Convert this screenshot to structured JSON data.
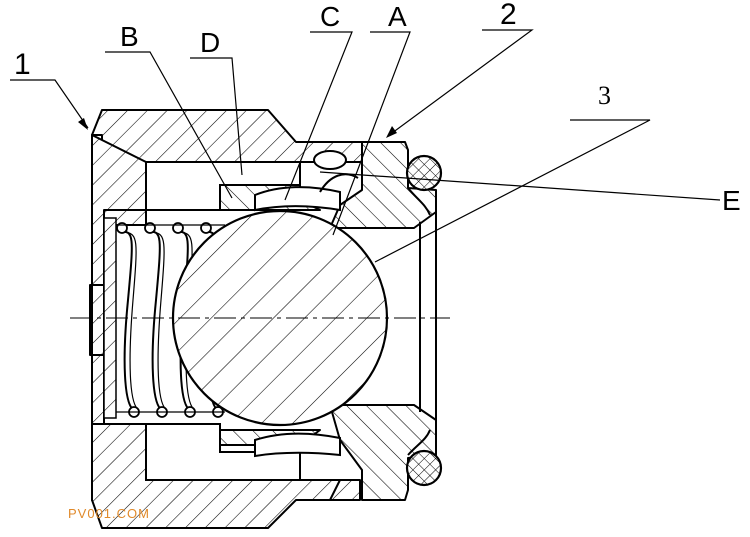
{
  "labels": {
    "one": "1",
    "two": "2",
    "three": "3",
    "a": "A",
    "b": "B",
    "c": "C",
    "d": "D",
    "e": "E"
  },
  "watermark": "PV001.COM",
  "colors": {
    "line": "#000000",
    "background": "#ffffff",
    "watermark": "#e08a2b"
  }
}
